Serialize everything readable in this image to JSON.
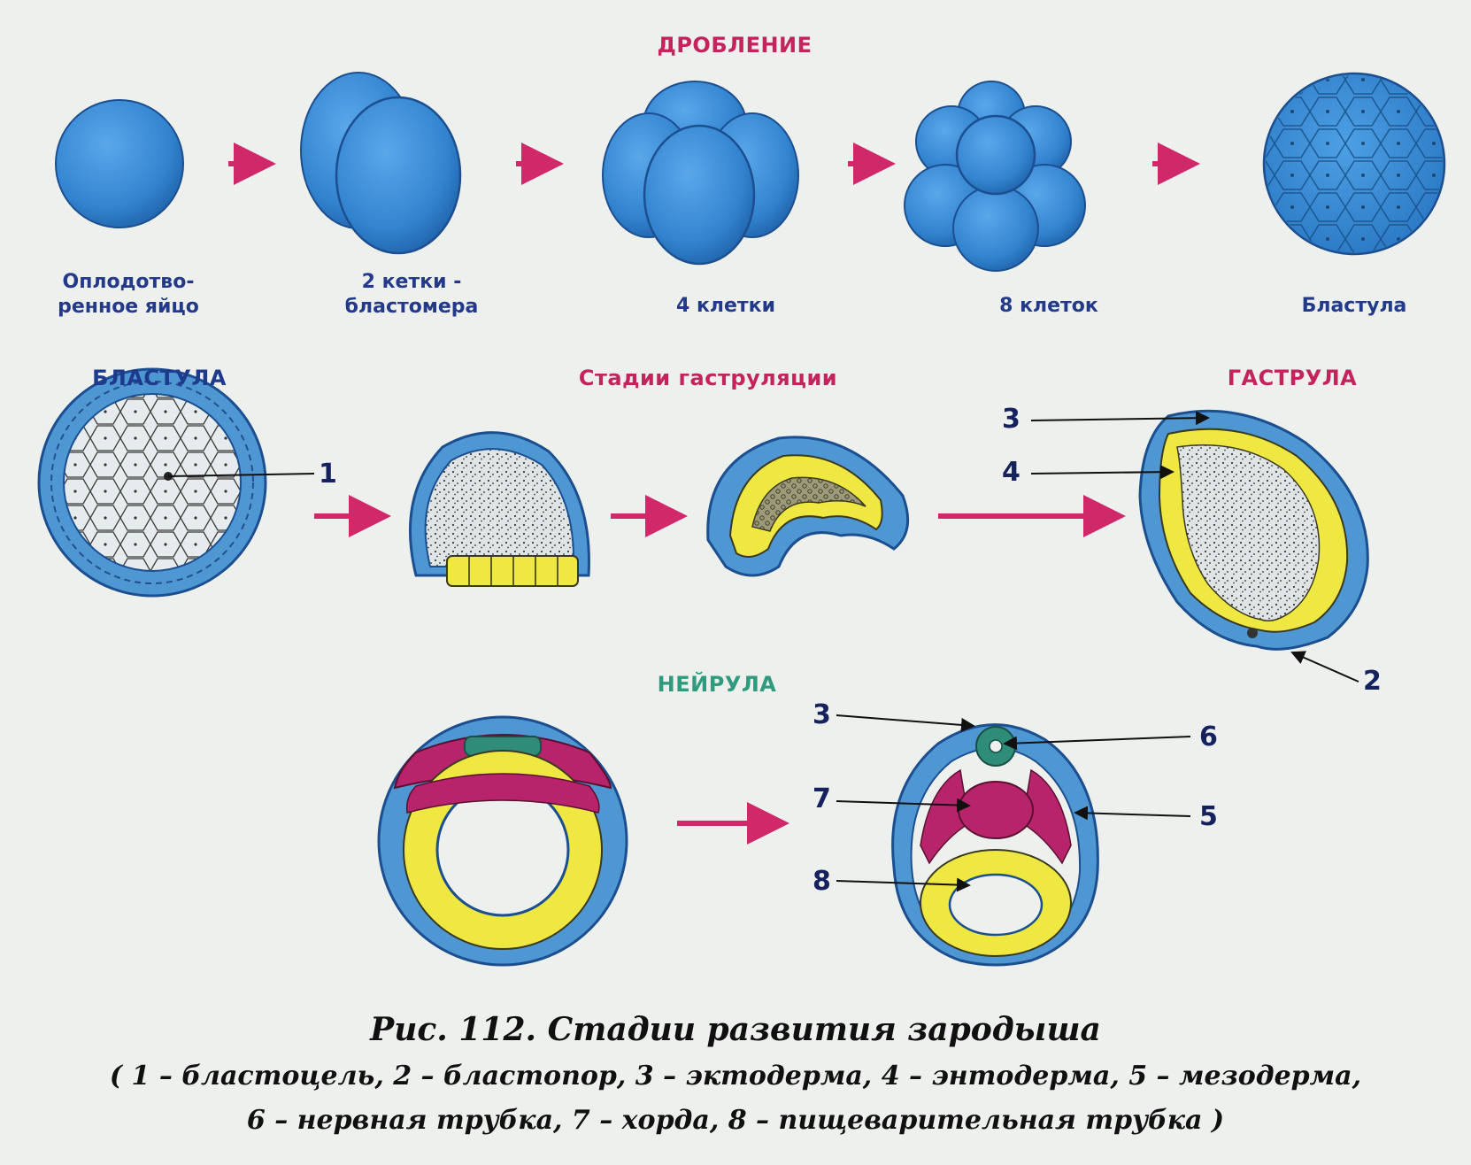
{
  "headings": {
    "cleavage": "ДРОБЛЕНИЕ",
    "blastula": "БЛАСТУЛА",
    "gastrulation": "Стадии гаструляции",
    "gastrula": "ГАСТРУЛА",
    "neurula": "НЕЙРУЛА"
  },
  "cleavage_stages": [
    {
      "line1": "Оплодотво-",
      "line2": "ренное яйцо"
    },
    {
      "line1": "2 кетки -",
      "line2": "бластомера"
    },
    {
      "line1": "4 клетки",
      "line2": ""
    },
    {
      "line1": "8 клеток",
      "line2": ""
    },
    {
      "line1": "Бластула",
      "line2": ""
    }
  ],
  "markers": [
    "1",
    "2",
    "3",
    "4",
    "3",
    "6",
    "7",
    "5",
    "8"
  ],
  "colors": {
    "cell_blue": "#3c8fd6",
    "ectoderm_blue": "#4f97d3",
    "endoderm_yellow": "#efe742",
    "mesoderm_magenta": "#b8246c",
    "neural_green": "#2e8c78",
    "arrow_pink": "#d1286a"
  },
  "caption": {
    "title": "Рис. 112. Стадии развития зародыша",
    "legend_line1": "( 1 – бластоцель, 2 – бластопор, 3 – эктодерма, 4 – энтодерма, 5 – мезодерма,",
    "legend_line2": "6 – нервная трубка, 7 – хорда, 8 – пищеварительная трубка )"
  }
}
